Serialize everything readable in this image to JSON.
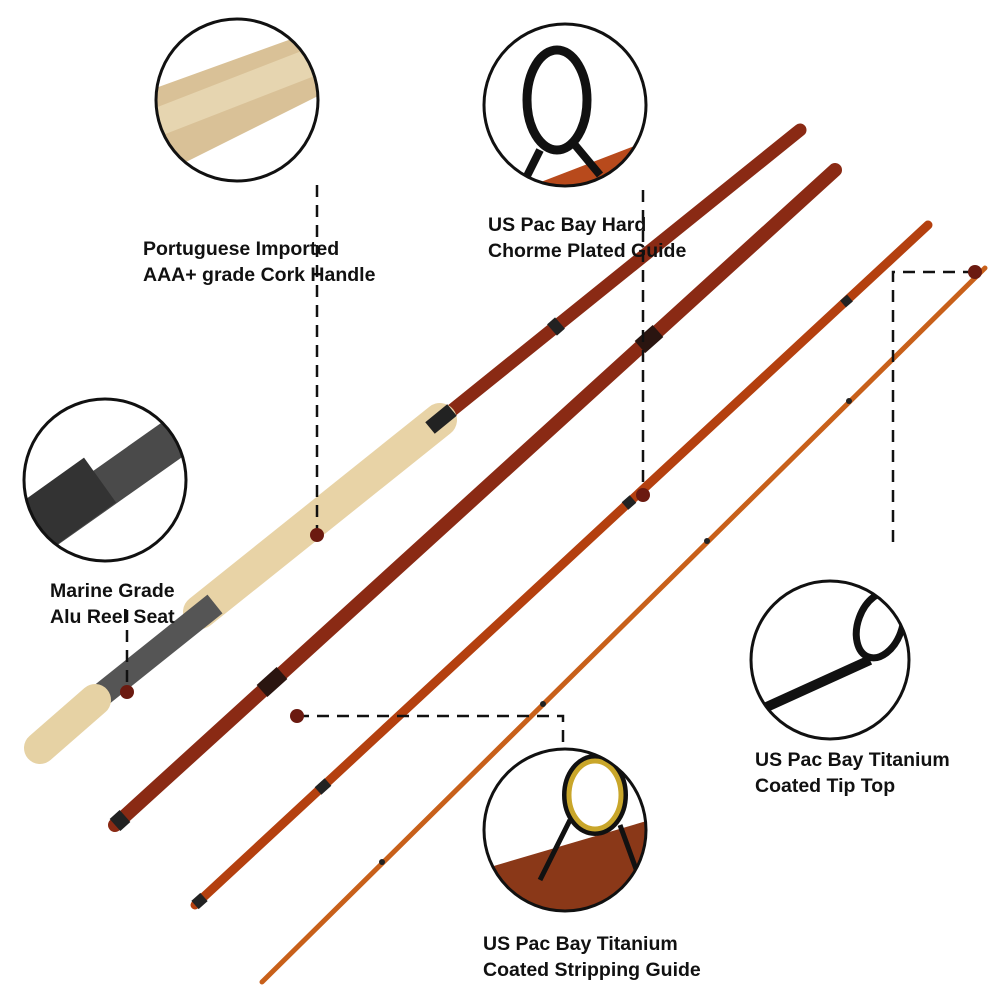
{
  "labels": {
    "cork_handle": [
      "Portuguese Imported",
      "AAA+ grade Cork Handle"
    ],
    "hard_guide": [
      "US Pac Bay Hard",
      "Chorme Plated Guide"
    ],
    "reel_seat": [
      "Marine Grade",
      "Alu Reel Seat"
    ],
    "tip_top": [
      "US Pac Bay Titanium",
      "Coated Tip Top"
    ],
    "stripping_guide": [
      "US Pac Bay Titanium",
      "Coated Stripping Guide"
    ]
  },
  "colors": {
    "rod_dark": "#8a2a14",
    "rod_mid": "#b4400f",
    "rod_tip": "#c8601a",
    "cork": "#e8d3a6",
    "reel_seat": "#5a5a5a",
    "marker_dot": "#6b1a10"
  }
}
